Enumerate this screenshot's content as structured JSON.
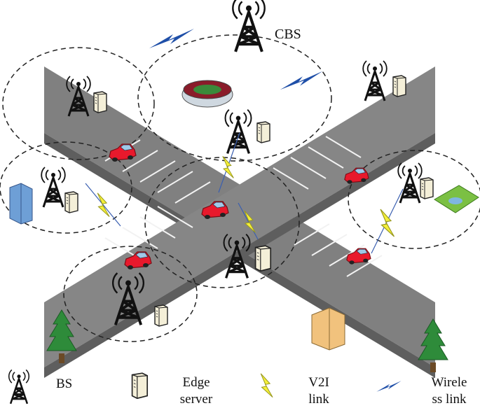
{
  "cbs_label": "CBS",
  "legend": {
    "bs": "BS",
    "edge_server": "Edge\nserver",
    "v2i_link": "V2I\nlink",
    "wireless_link": "Wirele\nss link"
  },
  "colors": {
    "road": "#808080",
    "road_side": "#595959",
    "car": "#e8192c",
    "v2i_bolt": "#f5f03a",
    "wireless_bolt": "#1f4fa8",
    "tree": "#2e8b3a"
  }
}
